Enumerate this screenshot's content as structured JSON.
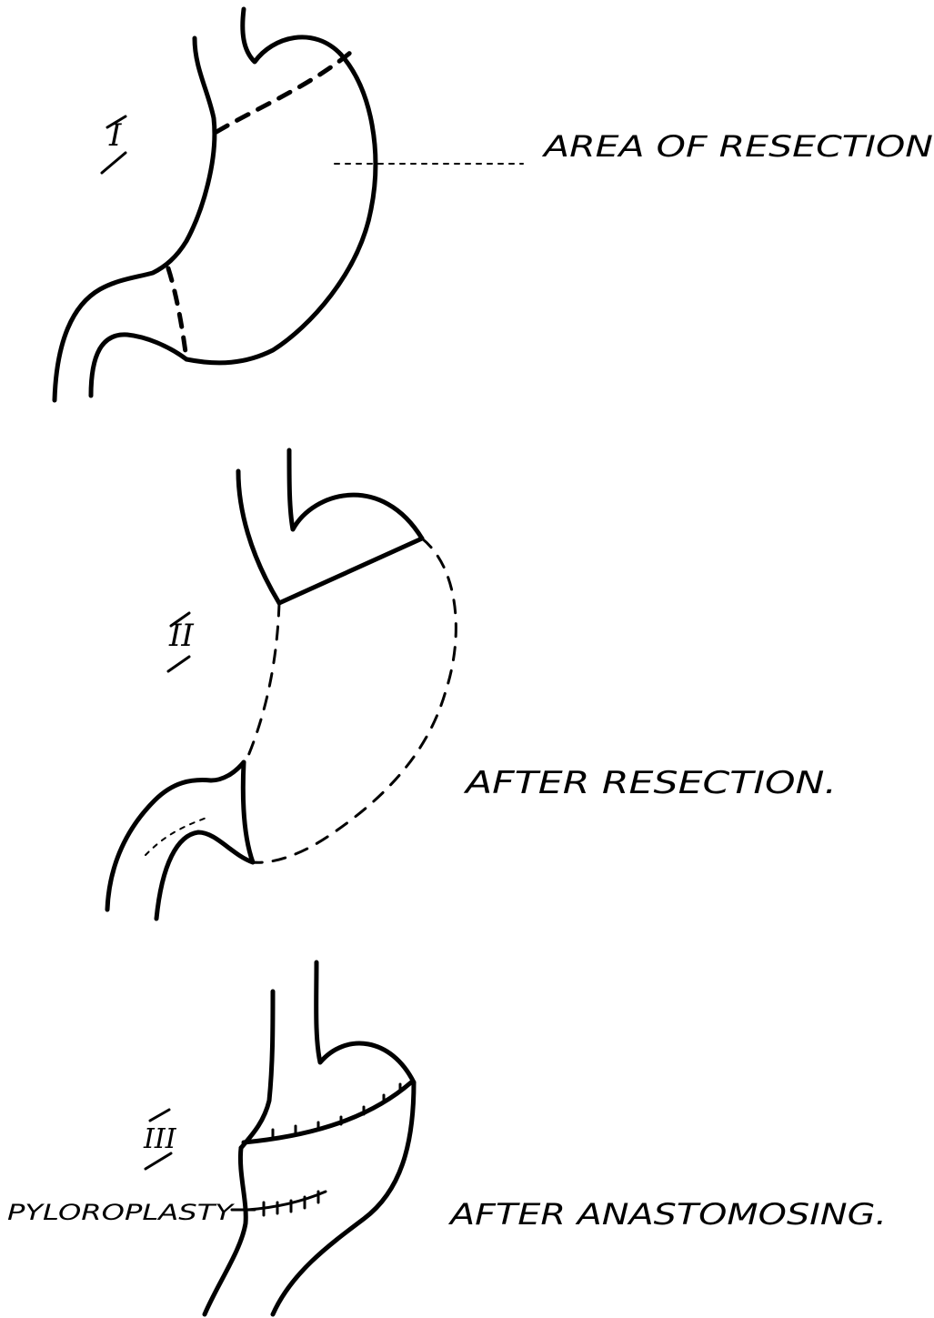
{
  "stage_1": {
    "numeral": "I",
    "callout": "AREA OF RESECTION"
  },
  "stage_2": {
    "numeral": "II",
    "caption": "AFTER RESECTION."
  },
  "stage_3": {
    "numeral": "III",
    "side_label": "PYLOROPLASTY",
    "caption": "AFTER ANASTOMOSING."
  },
  "colors": {
    "ink": "#000000",
    "paper": "#ffffff"
  }
}
